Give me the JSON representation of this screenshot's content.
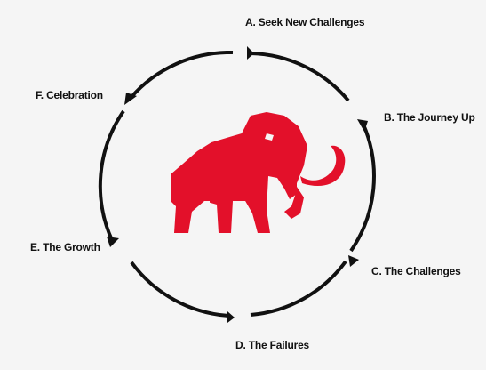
{
  "cycle": {
    "steps": [
      {
        "id": "A",
        "label": "A. Seek New Challenges"
      },
      {
        "id": "B",
        "label": "B. The Journey Up"
      },
      {
        "id": "C",
        "label": "C. The Challenges"
      },
      {
        "id": "D",
        "label": "D. The Failures"
      },
      {
        "id": "E",
        "label": "E. The Growth"
      },
      {
        "id": "F",
        "label": "F. Celebration"
      }
    ]
  },
  "logo": {
    "icon": "mammoth-icon",
    "color": "#e3102a"
  },
  "colors": {
    "arc": "#111111",
    "background": "#f5f5f5"
  }
}
